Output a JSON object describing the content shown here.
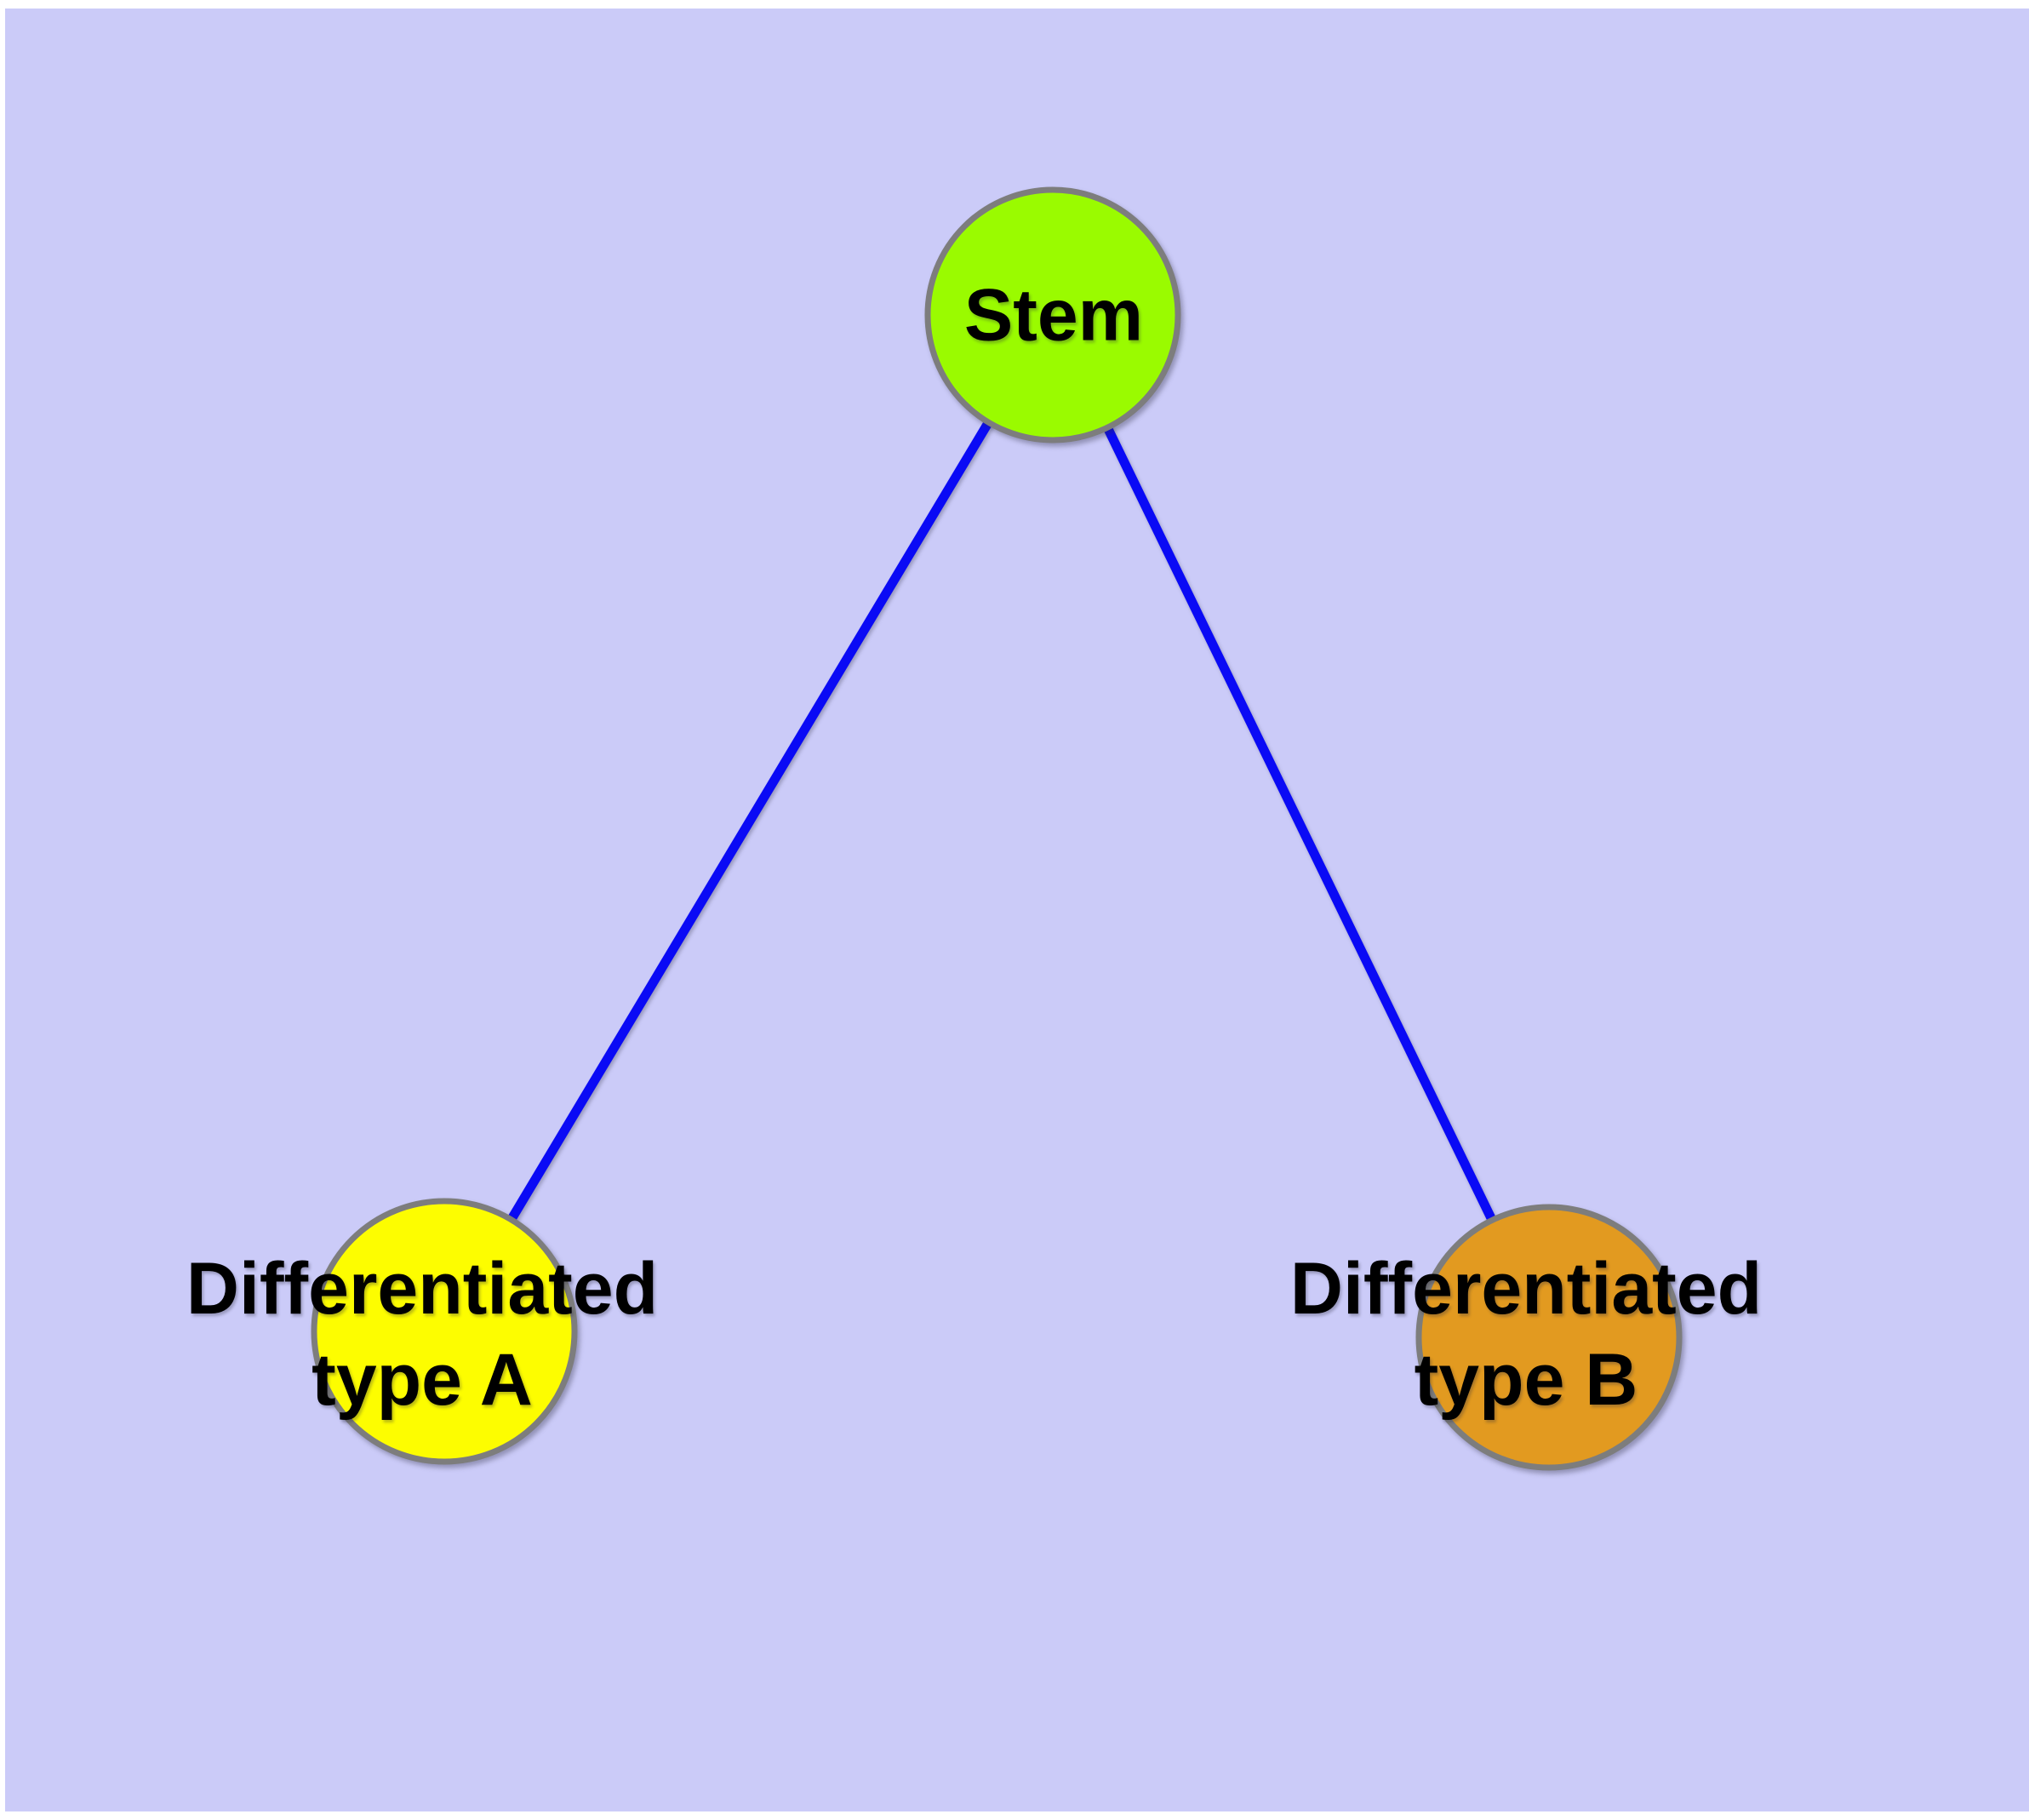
{
  "diagram": {
    "page_background_color": "#ffffff",
    "panel_background_color": "#cbcbf8",
    "edge_color": "#0a0af5",
    "node_border_color": "#7d7d7d",
    "label_color": "#000000",
    "nodes": [
      {
        "id": "stem",
        "label_line1": "Stem",
        "label_line2": "",
        "color": "#9afb00"
      },
      {
        "id": "differentiated-type-a",
        "label_line1": "Differentiated",
        "label_line2": "type A",
        "color": "#fdfd00"
      },
      {
        "id": "differentiated-type-b",
        "label_line1": "Differentiated",
        "label_line2": "type B",
        "color": "#e29a20"
      }
    ],
    "edges": [
      {
        "from": "Stem",
        "to": "Differentiated type A"
      },
      {
        "from": "Stem",
        "to": "Differentiated type B"
      }
    ]
  }
}
